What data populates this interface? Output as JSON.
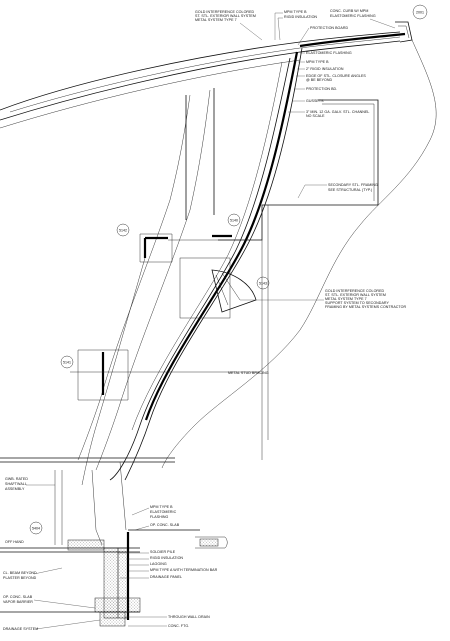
{
  "top_notes": {
    "left": [
      "GOLD INTERFERENCE COLORED",
      "ST. STL. EXTERIOR WALL SYSTEM",
      "METAL SYSTEM TYPE 7"
    ],
    "mid": [
      "MPM TYPE B",
      "RIGID INSULATION"
    ],
    "right": [
      "CONC. CURB W/ MPM",
      "ELASTOMERIC FLASHING"
    ],
    "protection": "PROTECTION BOARD"
  },
  "upper_notes": [
    "ELASTOMERIC FLASHING",
    "MPM TYPE B",
    "2\" RIGID INSULATION",
    "EDGE OF STL. CLOSURE ANGLES",
    "@ BE BEYOND",
    "PROTECTION BD.",
    "GUSSETS",
    "3\" MIN. 12 GA. GALV. STL. CHANNEL",
    "NO SCALE"
  ],
  "secondary_framing": [
    "SECONDARY STL. FRAMING",
    "SEE STRUCTURAL (TYP.)"
  ],
  "right_notes": [
    "GOLD INTERFERENCE COLORED",
    "ST. STL. EXTERIOR WALL SYSTEM",
    "METAL SYSTEM TYPE 7",
    "SUPPORT SYSTEM TO SECONDARY",
    "FRAMING BY METAL SYSTEMS CONTRACTOR"
  ],
  "bracing_note": "METAL STUD BRACING",
  "callouts": {
    "top_right": "2001",
    "c1": "5140",
    "c2": "5142",
    "c3": "5143",
    "c4": "5141",
    "c5": "5404"
  },
  "left_notes": {
    "gwb": [
      "GWB. RATED",
      "SHAFTWALL",
      "ASSEMBLY"
    ],
    "off_hand": "OFF HAND",
    "beyond": [
      "CL. BEAM BEYOND",
      "PLASTER BEYOND"
    ],
    "slab": [
      "OP. CONC. SLAB",
      "VAPOR BARRIER"
    ],
    "drain": "DRAINAGE SYSTEM"
  },
  "lower_notes": [
    "MPM TYPE B",
    "ELASTOMERIC",
    "FLASHING",
    "OP. CONC. SLAB",
    "SOLDIER PILE",
    "RIGID INSULATION",
    "LAGGING",
    "MPM TYPE A WITH TERMINATION BAR",
    "DRAINAGE PANEL"
  ],
  "bottom_notes": [
    "THROUGH WALL DRAIN",
    "CONC. FTG."
  ]
}
